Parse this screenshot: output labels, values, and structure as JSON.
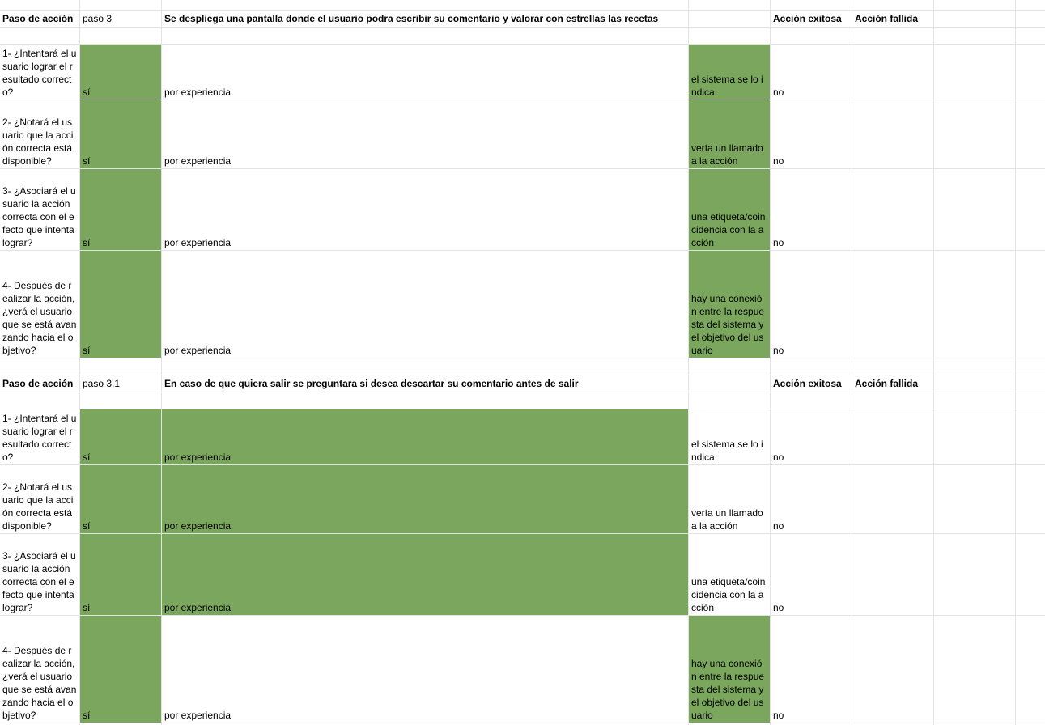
{
  "colors": {
    "highlight": "#7ba65d",
    "gridline": "#e2e3e3"
  },
  "section1": {
    "header": {
      "label": "Paso de acción",
      "step": "paso 3",
      "description": "Se despliega una pantalla donde el usuario podra escribir su comentario y valorar con estrellas las recetas",
      "success": "Acción exitosa",
      "failure": "Acción fallida"
    },
    "rows": [
      {
        "question": "1- ¿Intentará el usuario lograr el resultado correcto?",
        "answer": "sí",
        "reason": "por experiencia",
        "success": "el sistema se lo indica",
        "failure": "no"
      },
      {
        "question": "2- ¿Notará el usuario que la acción correcta está disponible?",
        "answer": "sí",
        "reason": "por experiencia",
        "success": "vería un llamado a la acción",
        "failure": "no"
      },
      {
        "question": "3- ¿Asociará el usuario la acción correcta con el efecto que intenta lograr?",
        "answer": "sí",
        "reason": "por experiencia",
        "success": "una etiqueta/coincidencia con la acción",
        "failure": "no"
      },
      {
        "question": "4- Después de realizar la acción, ¿verá el usuario que se está avanzando hacia el objetivo?",
        "answer": "sí",
        "reason": "por experiencia",
        "success": "hay una conexión entre la respuesta del sistema y el objetivo del usuario",
        "failure": "no"
      }
    ]
  },
  "section2": {
    "header": {
      "label": "Paso de acción",
      "step": "paso 3.1",
      "description": "En caso de que quiera salir se preguntara si desea descartar su comentario antes de salir",
      "success": "Acción exitosa",
      "failure": "Acción fallida"
    },
    "rows": [
      {
        "question": "1- ¿Intentará el usuario lograr el resultado correcto?",
        "answer": "sí",
        "reason": "por experiencia",
        "success": "el sistema se lo indica",
        "failure": "no"
      },
      {
        "question": "2- ¿Notará el usuario que la acción correcta está disponible?",
        "answer": "sí",
        "reason": "por experiencia",
        "success": "vería un llamado a la acción",
        "failure": "no"
      },
      {
        "question": "3- ¿Asociará el usuario la acción correcta con el efecto que intenta lograr?",
        "answer": "sí",
        "reason": "por experiencia",
        "success": "una etiqueta/coincidencia con la acción",
        "failure": "no"
      },
      {
        "question": "4- Después de realizar la acción, ¿verá el usuario que se está avanzando hacia el objetivo?",
        "answer": "sí",
        "reason": "por experiencia",
        "success": "hay una conexión entre la respuesta del sistema y el objetivo del usuario",
        "failure": "no"
      }
    ]
  }
}
